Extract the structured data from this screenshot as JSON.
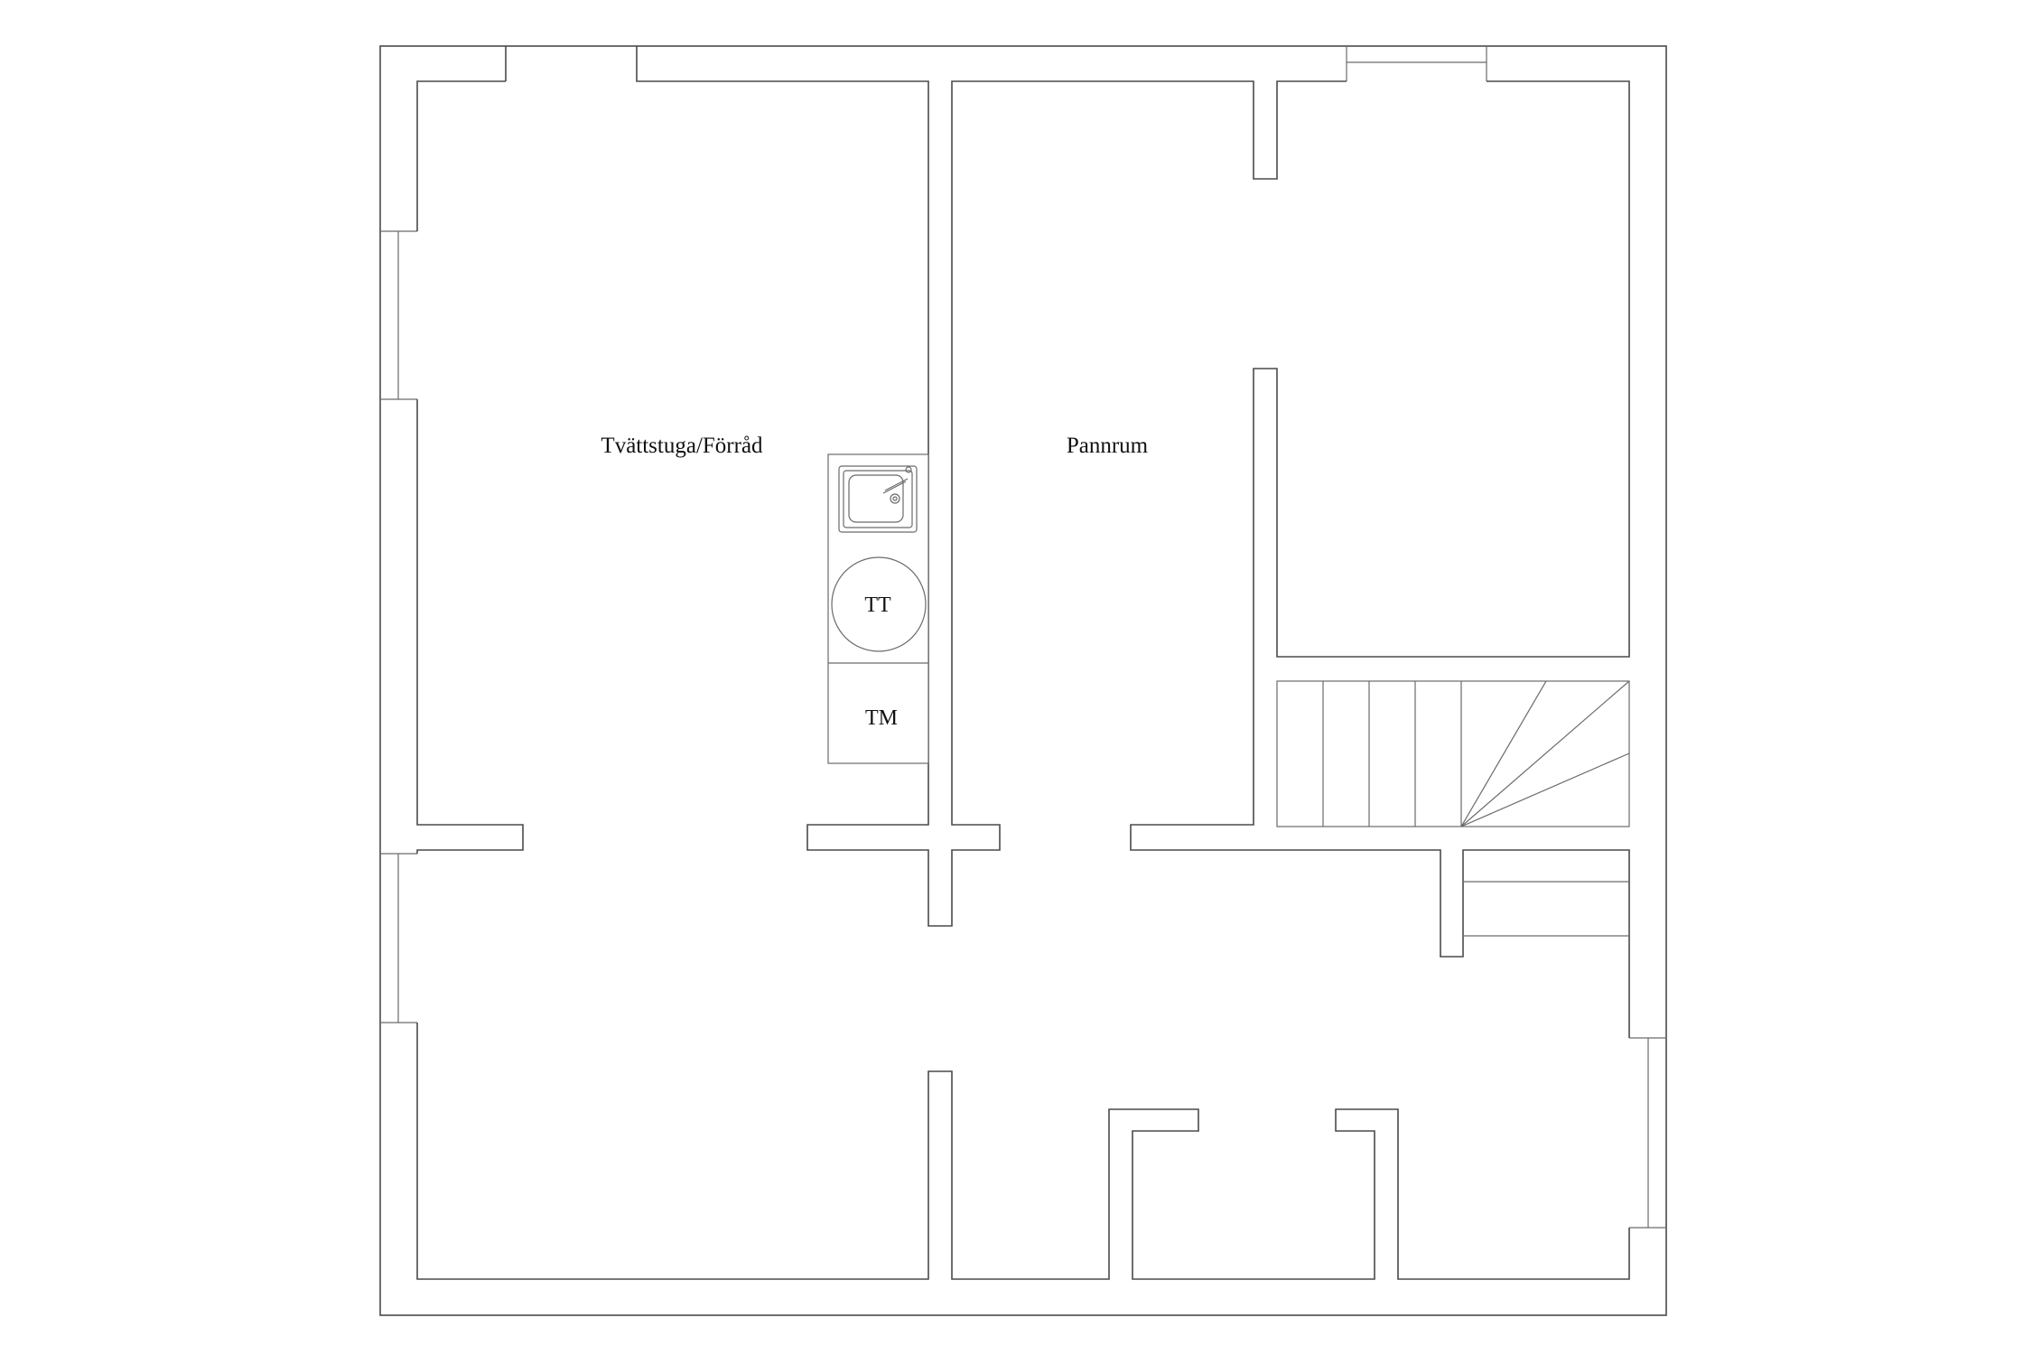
{
  "plan": {
    "rooms": [
      {
        "id": "laundry",
        "label": "Tvättstuga/Förråd"
      },
      {
        "id": "boiler",
        "label": "Pannrum"
      }
    ],
    "fixtures": {
      "dryer_label": "TT",
      "washer_label": "TM"
    },
    "colors": {
      "wall": "#4a4a4a",
      "fixture": "#6a6a6a",
      "text": "#111111",
      "background": "#ffffff"
    }
  }
}
